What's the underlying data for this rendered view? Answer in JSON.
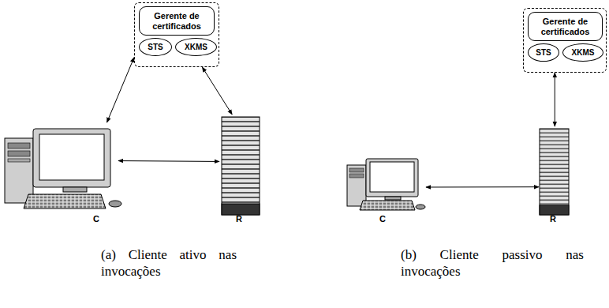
{
  "diagram": {
    "nodes": [
      {
        "text": []
      },
      {
        "text": [
          "Gerente de certificados"
        ],
        "in": 0
      },
      {
        "text": [
          "STS"
        ],
        "in": 0
      },
      {
        "text": [
          "XKMS"
        ],
        "in": 0
      },
      {
        "text": [
          "C"
        ]
      },
      {
        "text": [
          "R"
        ]
      },
      {
        "text": []
      },
      {
        "text": [
          "Gerente de certificados"
        ],
        "in": 6
      },
      {
        "text": [
          "STS"
        ],
        "in": 6
      },
      {
        "text": [
          "XKMS"
        ],
        "in": 6
      },
      {
        "text": [
          "C"
        ]
      },
      {
        "text": [
          "R"
        ]
      }
    ],
    "edges": [
      {
        "from": 0,
        "to": 4,
        "arrow": "both"
      },
      {
        "from": 0,
        "to": 5,
        "arrow": "both"
      },
      {
        "from": 4,
        "to": 5,
        "arrow": "both"
      },
      {
        "from": 10,
        "to": 11,
        "arrow": "both"
      },
      {
        "from": 6,
        "to": 11,
        "arrow": "both"
      }
    ],
    "labels": [
      "(a) Cliente ativo nas invocações",
      "(b) Cliente passivo nas invocações"
    ]
  }
}
